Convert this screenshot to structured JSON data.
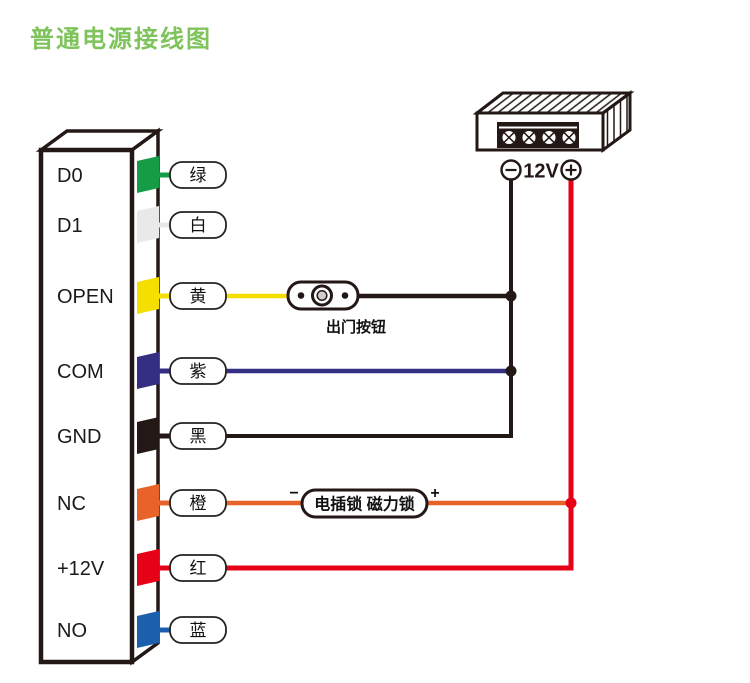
{
  "title": "普通电源接线图",
  "colors": {
    "title": "#7FC35C",
    "line": "#231815"
  },
  "controller": {
    "terminals": [
      {
        "pin": "D0",
        "wire": "绿",
        "color": "#169C46"
      },
      {
        "pin": "D1",
        "wire": "白",
        "color": "#E9E9E9"
      },
      {
        "pin": "OPEN",
        "wire": "黄",
        "color": "#F5DF00"
      },
      {
        "pin": "COM",
        "wire": "紫",
        "color": "#352F84"
      },
      {
        "pin": "GND",
        "wire": "黑",
        "color": "#231815"
      },
      {
        "pin": "NC",
        "wire": "橙",
        "color": "#E8632A"
      },
      {
        "pin": "+12V",
        "wire": "红",
        "color": "#E60018"
      },
      {
        "pin": "NO",
        "wire": "蓝",
        "color": "#1C5FAC"
      }
    ]
  },
  "exit_button": {
    "label": "出门按钮"
  },
  "lock": {
    "label": "电插锁 磁力锁",
    "minus": "−",
    "plus": "+"
  },
  "power_supply": {
    "voltage_label": "12V"
  }
}
